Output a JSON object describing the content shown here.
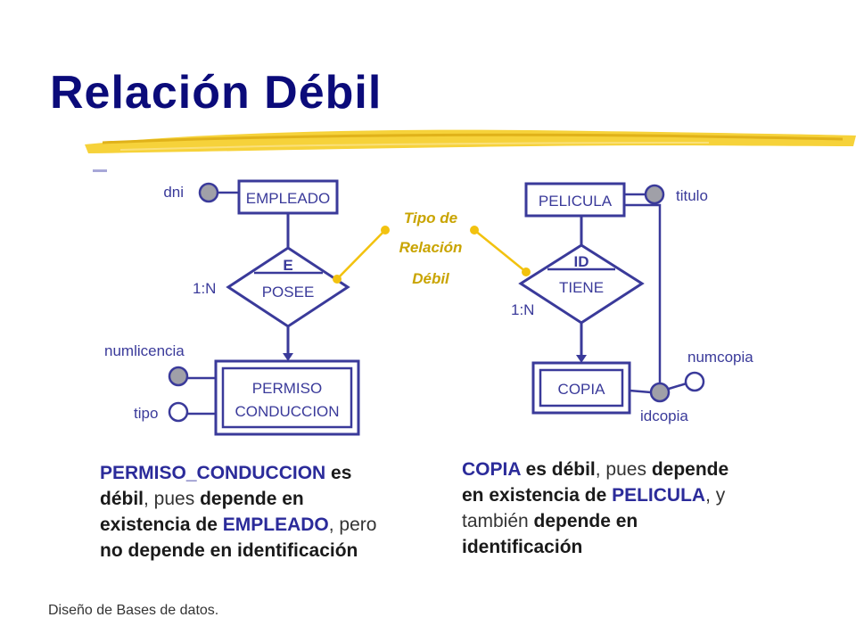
{
  "slide": {
    "title": "Relación Débil",
    "footer": "Diseño de Bases de datos."
  },
  "diagram": {
    "relation_type_label": [
      "Tipo de",
      "Relación",
      "Débil"
    ],
    "left": {
      "entity": "EMPLEADO",
      "entity_attr": "dni",
      "relationship": "POSEE",
      "relationship_tag": "E",
      "cardinality": "1:N",
      "weak_entity": [
        "PERMISO",
        "CONDUCCION"
      ],
      "weak_attrs": [
        "numlicencia",
        "tipo"
      ]
    },
    "right": {
      "entity": "PELICULA",
      "entity_attr": "titulo",
      "relationship": "TIENE",
      "relationship_tag": "ID",
      "cardinality": "1:N",
      "weak_entity": "COPIA",
      "weak_attrs": [
        "numcopia",
        "idcopia"
      ]
    }
  },
  "captions": {
    "left": {
      "p1": "PERMISO_CONDUCCION",
      "p2": " es",
      "p3": "débil",
      "p4": ", pues ",
      "p5": "depende en",
      "p6": "existencia de ",
      "p7": "EMPLEADO",
      "p8": ", pero",
      "p9": "no depende en identificación"
    },
    "right": {
      "p1": "COPIA",
      "p2": " es débil",
      "p3": ", pues ",
      "p4": "depende",
      "p5": "en existencia de ",
      "p6": "PELICULA",
      "p7": ", y",
      "p8": "también ",
      "p9": "depende en",
      "p10": "identificación"
    }
  },
  "colors": {
    "title": "#0b0b7a",
    "diagram_line": "#3a3a9a",
    "connector": "#f2c20f",
    "label_accent": "#c9a400",
    "attr_filled": "#a0a0a8"
  }
}
